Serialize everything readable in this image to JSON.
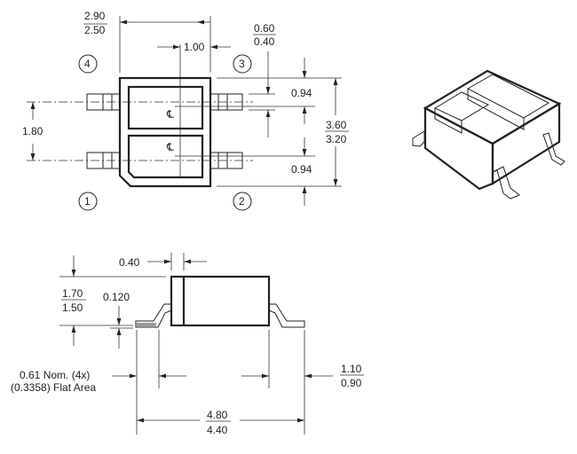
{
  "top_view": {
    "body_length": {
      "max": "2.90",
      "min": "2.50"
    },
    "lead_offset": "1.00",
    "lead_width": {
      "max": "0.60",
      "min": "0.40"
    },
    "pitch_upper": "0.94",
    "pitch_lower": "0.94",
    "lead_spacing": "1.80",
    "overall_width": {
      "max": "3.60",
      "min": "3.20"
    },
    "centerline_symbol": "℄",
    "pins": [
      "1",
      "2",
      "3",
      "4"
    ]
  },
  "side_view": {
    "band_width": "0.40",
    "height": {
      "max": "1.70",
      "min": "1.50"
    },
    "standoff": "0.120",
    "flat_area_note": [
      "0.61 Nom. (4x)",
      "(0.3358) Flat Area"
    ],
    "lead_length": {
      "max": "1.10",
      "min": "0.90"
    },
    "overall_length": {
      "max": "4.80",
      "min": "4.40"
    }
  }
}
